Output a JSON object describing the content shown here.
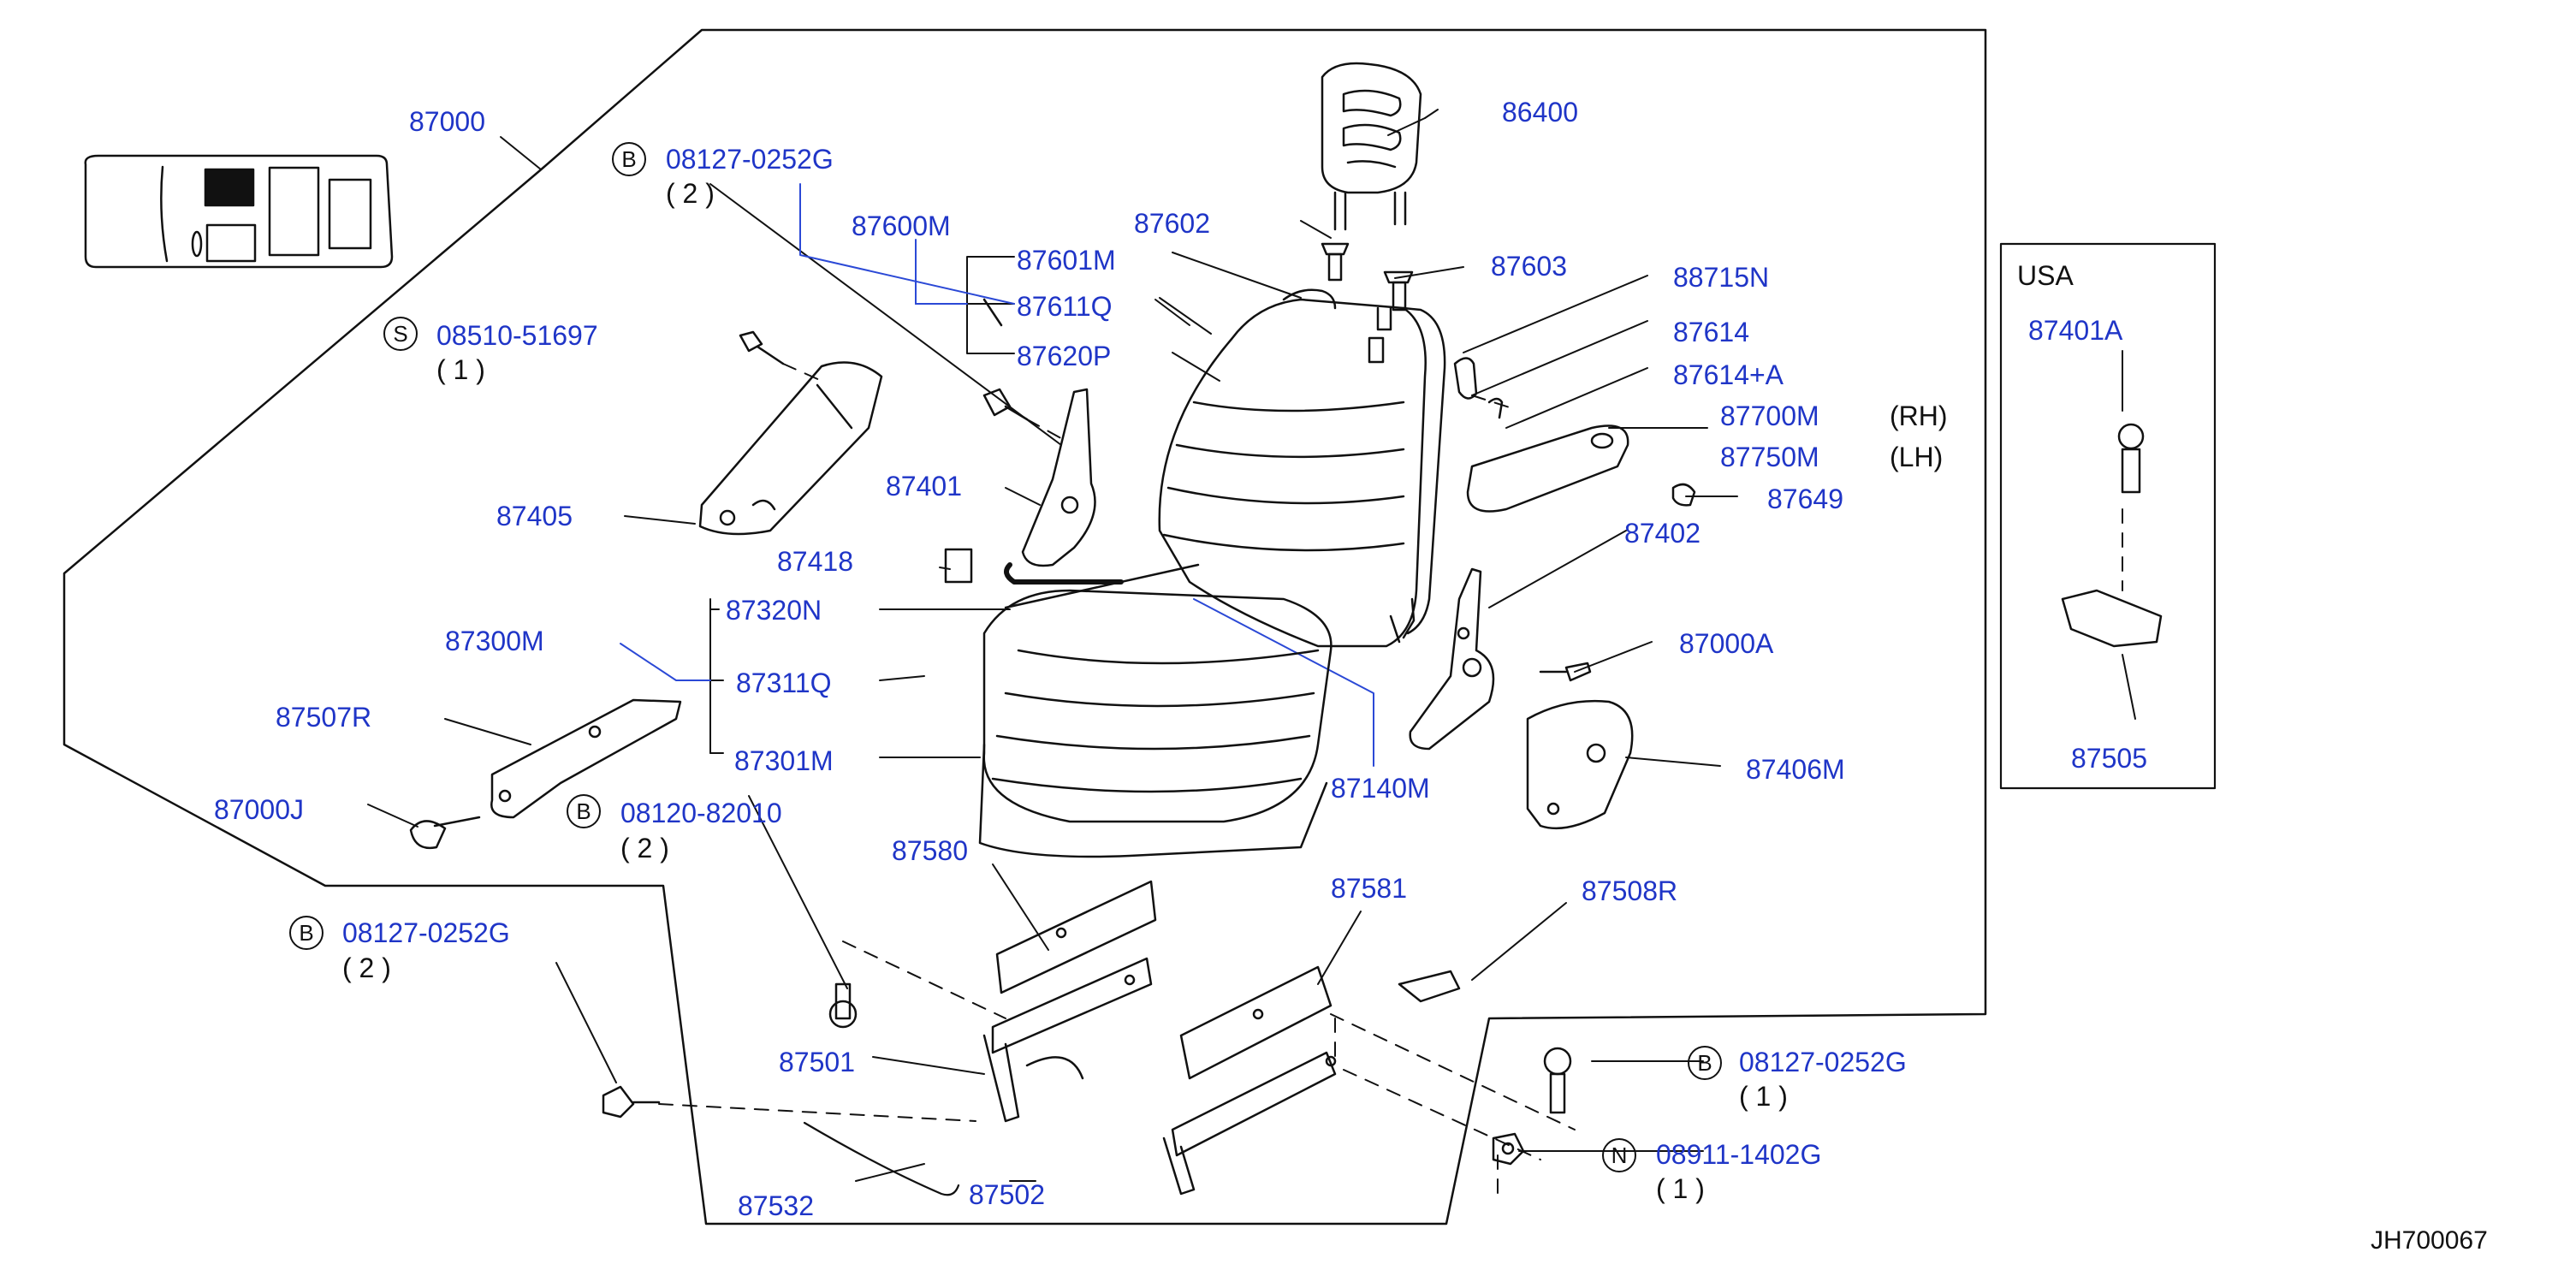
{
  "diagram_code": "JH700067",
  "region_box": {
    "title": "USA",
    "parts": [
      "87401A",
      "87505"
    ]
  },
  "parts": [
    "87000",
    "86400",
    "87600M",
    "87602",
    "87601M",
    "87611Q",
    "87620P",
    "87603",
    "88715N",
    "87614",
    "87614+A",
    "87700M",
    "87750M",
    "87649",
    "87402",
    "87000A",
    "87406M",
    "87405",
    "87401",
    "87418",
    "87300M",
    "87320N",
    "87311Q",
    "87301M",
    "87140M",
    "87507R",
    "87000J",
    "87580",
    "87581",
    "87508R",
    "87501",
    "87502",
    "87532"
  ],
  "side_notes": {
    "rh": "(RH)",
    "lh": "(LH)"
  },
  "fasteners": [
    {
      "symbol": "B",
      "part": "08127-0252G",
      "qty": "( 2 )"
    },
    {
      "symbol": "S",
      "part": "08510-51697",
      "qty": "( 1 )"
    },
    {
      "symbol": "B",
      "part": "08120-82010",
      "qty": "( 2 )"
    },
    {
      "symbol": "B",
      "part": "08127-0252G",
      "qty": "( 2 )"
    },
    {
      "symbol": "B",
      "part": "08127-0252G",
      "qty": "( 1 )"
    },
    {
      "symbol": "N",
      "part": "08911-1402G",
      "qty": "( 1 )"
    }
  ]
}
